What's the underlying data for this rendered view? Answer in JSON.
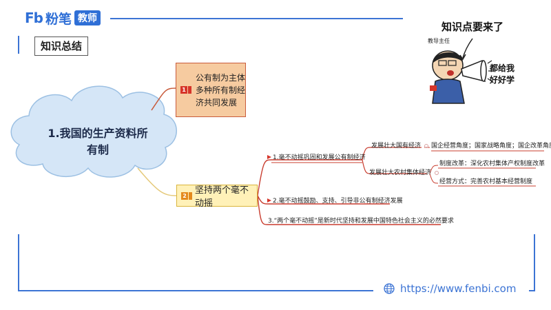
{
  "header": {
    "logo_prefix": "Fb",
    "logo_name": "粉笔",
    "logo_badge": "教师"
  },
  "section_tag": "知识总结",
  "mindmap": {
    "root": "1.我国的生产资料所有制",
    "branch_a": {
      "badge": "1",
      "lines": [
        "公有制为主体",
        "多种所有制经",
        "济共同发展"
      ]
    },
    "branch_b": {
      "badge": "2",
      "text": "坚持两个毫不动摇",
      "children": [
        {
          "text": "1.毫不动摇巩固和发展公有制经济",
          "children": [
            {
              "text": "发展壮大国有经济",
              "children": [
                "国企经营角度；国家战略角度；国企改革角度"
              ]
            },
            {
              "text": "发展壮大农村集体经济",
              "children": [
                "制度改革：深化农村集体产权制度改革",
                "经营方式：完善农村基本经营制度"
              ]
            }
          ]
        },
        {
          "text": "2.毫不动摇鼓励、支持、引导非公有制经济发展"
        },
        {
          "text": "3.“两个毫不动摇”是新时代坚持和发展中国特色社会主义的必然要求"
        }
      ]
    }
  },
  "callout": {
    "title": "知识点要来了",
    "teacher_tag": "教导主任",
    "speech": [
      "都给我",
      "好好学"
    ]
  },
  "footer": {
    "url": "https://www.fenbi.com"
  },
  "colors": {
    "brand_blue": "#2f6fd6",
    "frame_blue": "#3b73d4",
    "accent_red": "#c83c2e",
    "cloud_fill": "#d5e6f7",
    "node_a_fill": "#f6cba0",
    "node_b_fill": "#fff1b8"
  }
}
